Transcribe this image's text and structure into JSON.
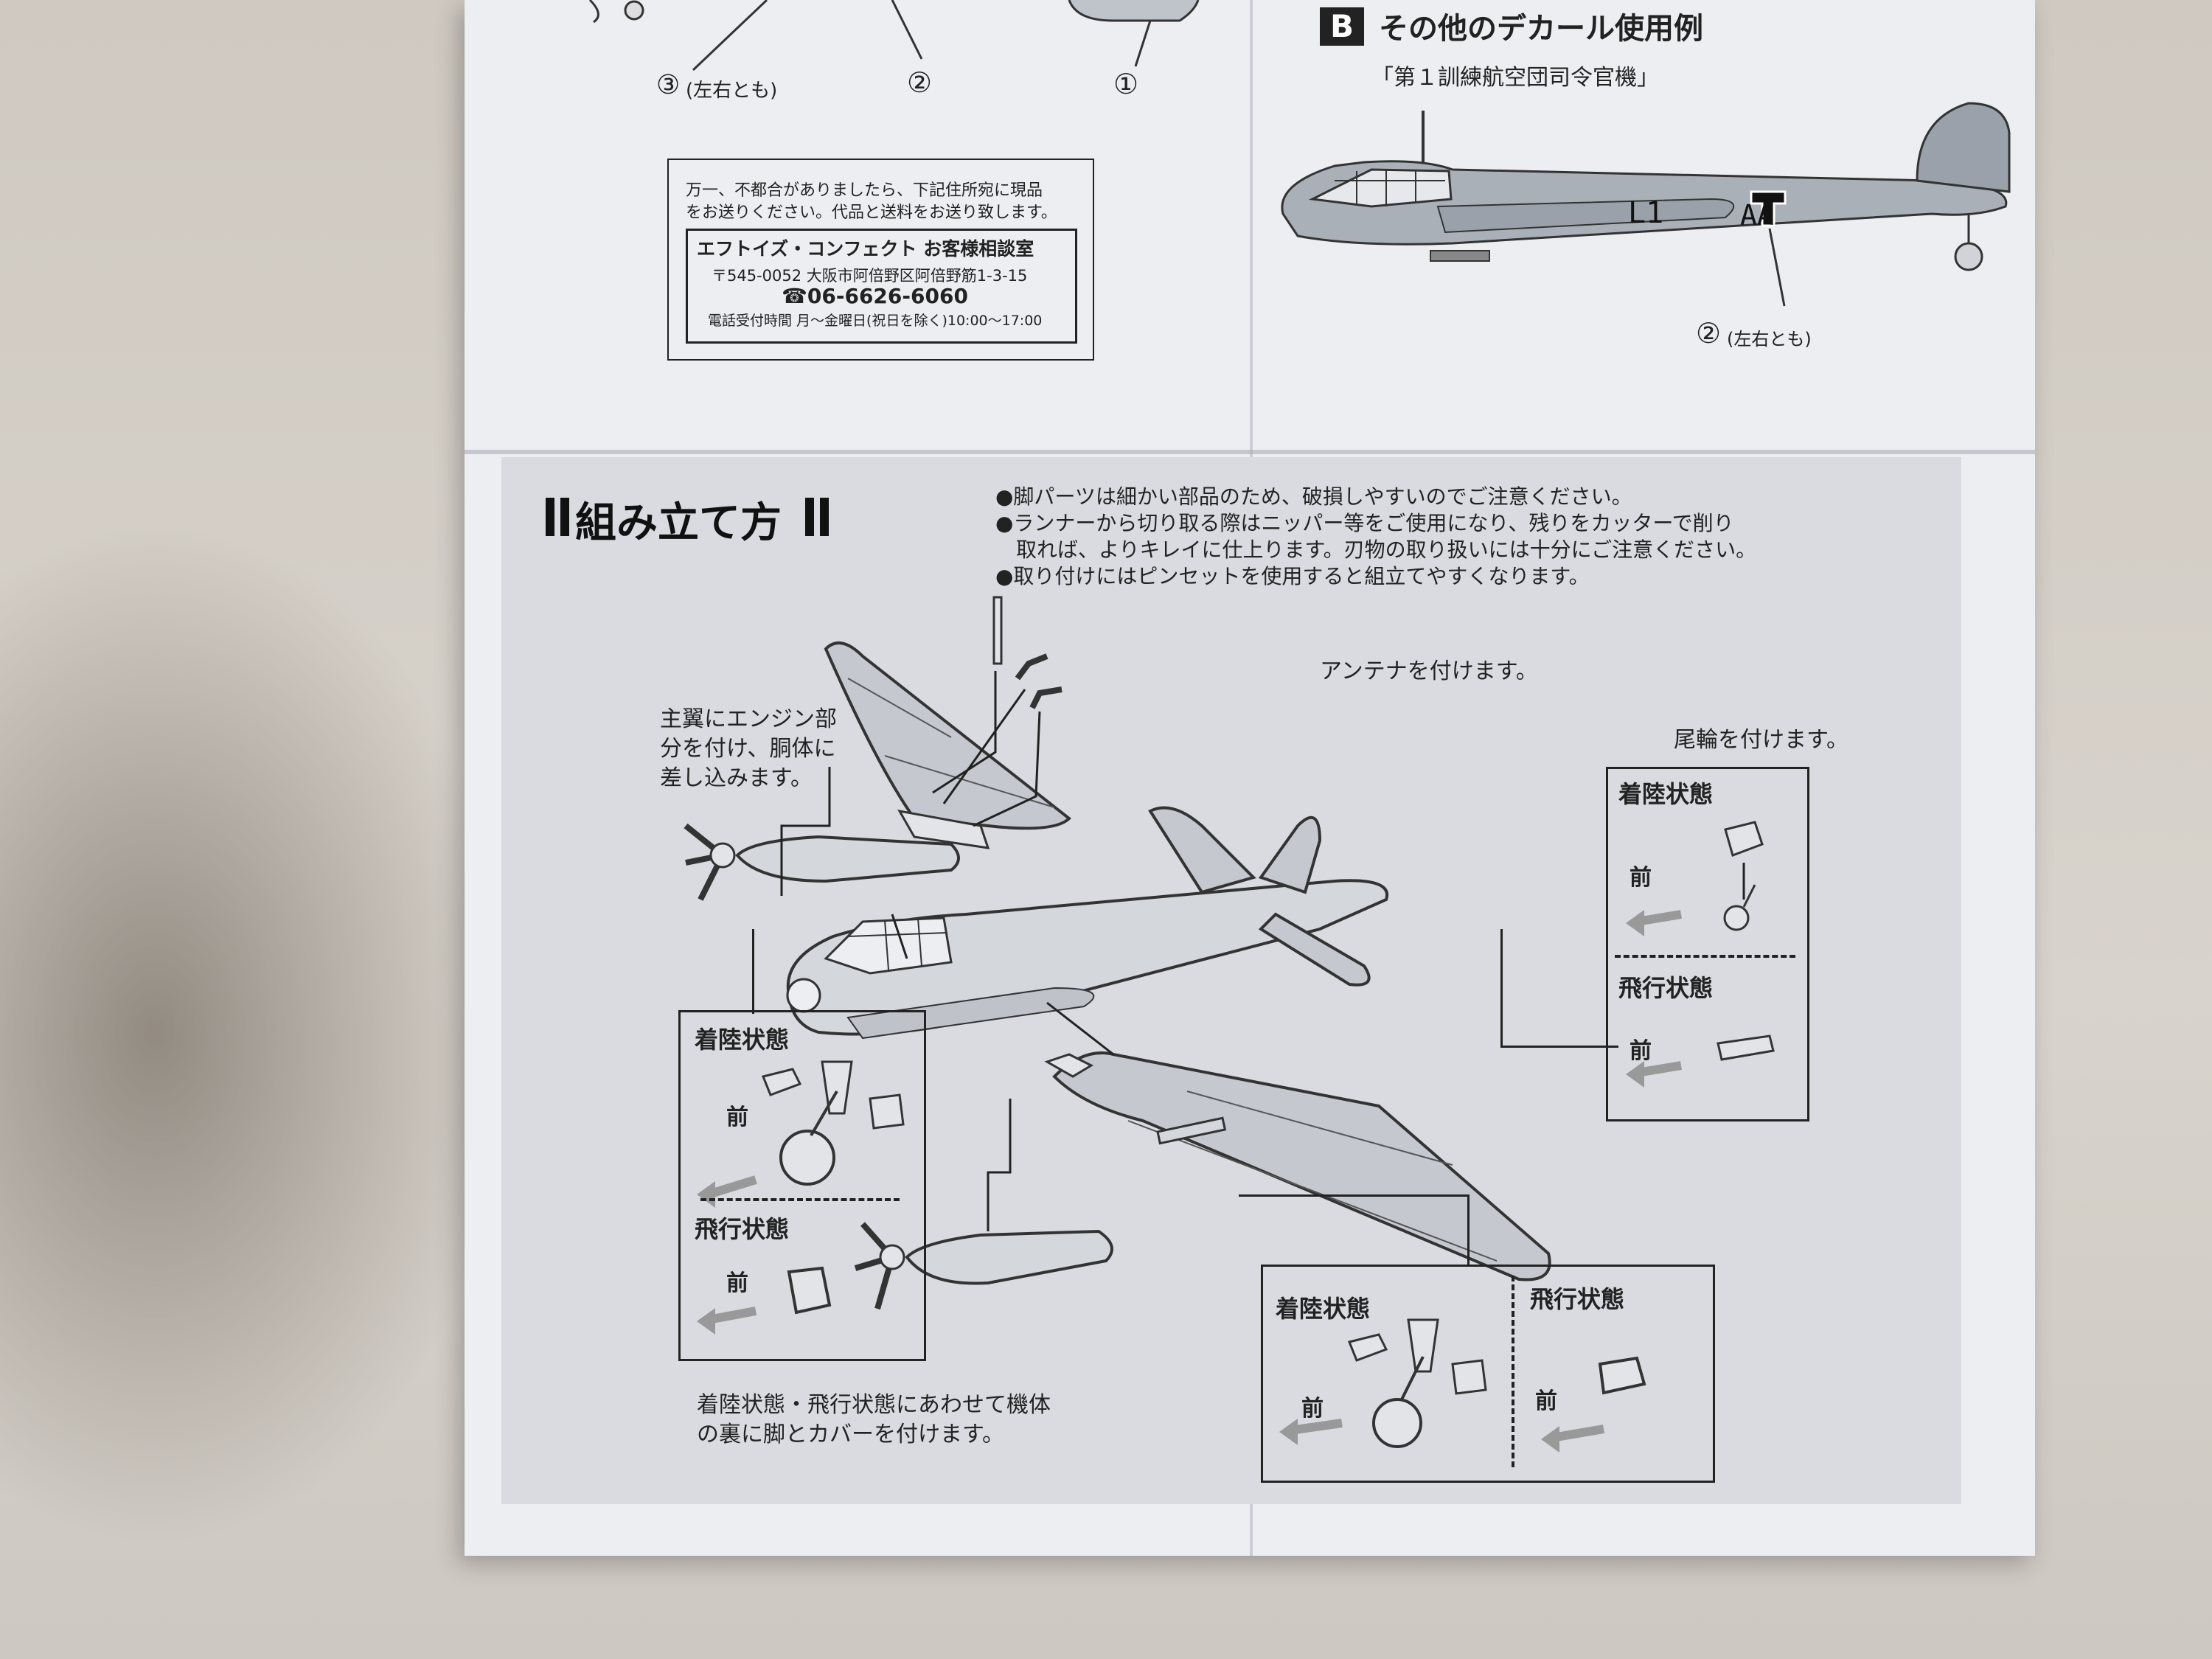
{
  "top": {
    "callout_3": "③",
    "callout_3_note": "(左右とも)",
    "callout_2": "②",
    "callout_1": "①",
    "notice_line1": "万一、不都合がありましたら、下記住所宛に現品",
    "notice_line2": "をお送りください。代品と送料をお送り致します。",
    "company": "エフトイズ・コンフェクト お客様相談室",
    "address": "〒545-0052 大阪市阿倍野区阿倍野筋1-3-15",
    "phone": "☎06-6626-6060",
    "hours": "電話受付時間 月～金曜日(祝日を除く)10:00～17:00"
  },
  "section_b": {
    "badge": "B",
    "title": "その他のデカール使用例",
    "subtitle": "「第１訓練航空団司令官機」",
    "marking_left": "L1",
    "marking_right": "AA",
    "callout": "②",
    "callout_note": "(左右とも)"
  },
  "assembly": {
    "title": "組み立て方",
    "notes": [
      "●脚パーツは細かい部品のため、破損しやすいのでご注意ください。",
      "●ランナーから切り取る際はニッパー等をご使用になり、残りをカッターで削り",
      "　取れば、よりキレイに仕上ります。刃物の取り扱いには十分にご注意ください。",
      "●取り付けにはピンセットを使用すると組立てやすくなります。"
    ],
    "antenna_label": "アンテナを付けます。",
    "tailwheel_label": "尾輪を付けます。",
    "wing_label": [
      "主翼にエンジン部",
      "分を付け、胴体に",
      "差し込みます。"
    ],
    "gear_label": [
      "着陸状態・飛行状態にあわせて機体",
      "の裏に脚とカバーを付けます。"
    ],
    "landing": "着陸状態",
    "flight": "飛行状態",
    "front": "前"
  }
}
